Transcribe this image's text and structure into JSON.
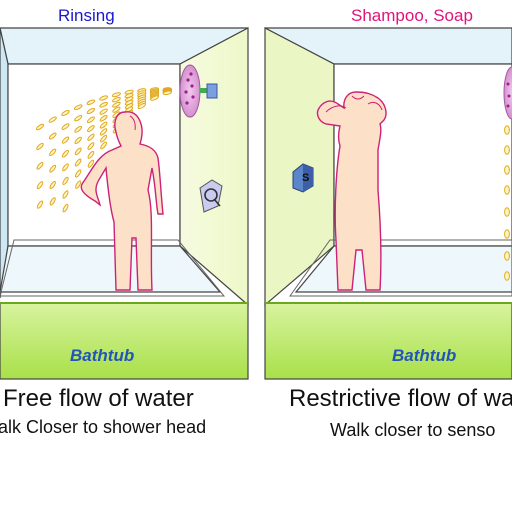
{
  "panels": [
    {
      "title": "Rinsing",
      "title_color": "#1a1acc",
      "tub_label": "Bathtub",
      "caption": "Free flow of water",
      "subcaption": "alk Closer to shower head",
      "icon_control": "faucet-handle-icon"
    },
    {
      "title": "Shampoo, Soap",
      "title_color": "#e0147a",
      "tub_label": "Bathtub",
      "caption": "Restrictive flow of wa",
      "subcaption": "Walk closer to senso",
      "sensor_letter": "S",
      "icon_control": "sensor-icon"
    }
  ],
  "colors": {
    "wall_back": "#ffffff",
    "wall_left": "#cfe9f5",
    "wall_right": "#f4fbd2",
    "frame": "#b8dff0",
    "tub": "#c8ef7a",
    "tub_top": "#9ed83f",
    "skin": "#fde0c8",
    "outline": "#cc2277",
    "water": "#e8b830",
    "shower_head": "#d9a0d6",
    "sensor": "#5b86c9"
  }
}
